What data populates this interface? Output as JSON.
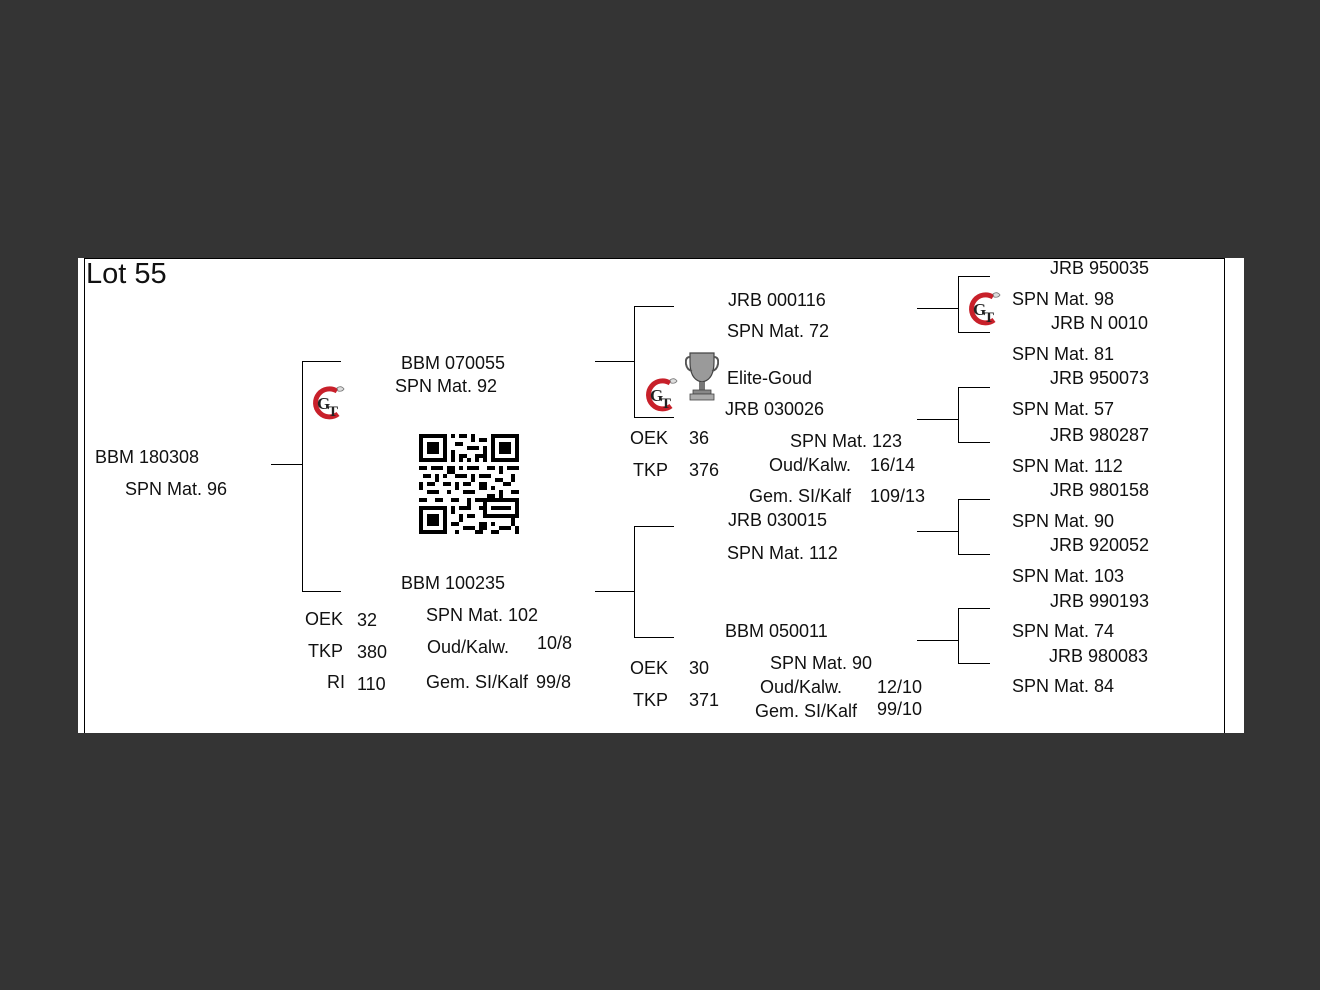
{
  "lot": {
    "title": "Lot 55"
  },
  "subject": {
    "id": "BBM 180308",
    "spn": "SPN Mat. 96"
  },
  "sire": {
    "id": "BBM 070055",
    "spn": "SPN Mat. 92",
    "logo": "gt-logo",
    "qr": "qr-code"
  },
  "dam": {
    "id": "BBM 100235",
    "spn": "SPN Mat. 102",
    "oud_label": "Oud/Kalw.",
    "oud_value": "10/8",
    "gem_label": "Gem. SI/Kalf",
    "gem_value": "99/8",
    "stats": [
      {
        "label": "OEK",
        "value": "32"
      },
      {
        "label": "TKP",
        "value": "380"
      },
      {
        "label": "RI",
        "value": "110"
      }
    ]
  },
  "sire_sire": {
    "id": "JRB 000116",
    "spn": "SPN Mat. 72",
    "logo": "gt-logo"
  },
  "sire_dam": {
    "award": "Elite-Goud",
    "award_icon": "trophy-icon",
    "id": "JRB 030026",
    "spn": "SPN Mat. 123",
    "oud_label": "Oud/Kalw.",
    "oud_value": "16/14",
    "gem_label": "Gem. SI/Kalf",
    "gem_value": "109/13",
    "stats": [
      {
        "label": "OEK",
        "value": "36"
      },
      {
        "label": "TKP",
        "value": "376"
      }
    ]
  },
  "dam_sire": {
    "id": "JRB 030015",
    "spn": "SPN Mat. 112"
  },
  "dam_dam": {
    "id": "BBM 050011",
    "spn": "SPN Mat. 90",
    "oud_label": "Oud/Kalw.",
    "oud_value": "12/10",
    "gem_label": "Gem. SI/Kalf",
    "gem_value": "99/10",
    "stats": [
      {
        "label": "OEK",
        "value": "30"
      },
      {
        "label": "TKP",
        "value": "371"
      }
    ]
  },
  "great_grandparents": [
    {
      "id": "JRB 950035",
      "spn": "SPN Mat. 98",
      "logo": "gt-logo"
    },
    {
      "id": "JRB N 0010",
      "spn": "SPN Mat. 81"
    },
    {
      "id": "JRB 950073",
      "spn": "SPN Mat. 57"
    },
    {
      "id": "JRB 980287",
      "spn": "SPN Mat. 112"
    },
    {
      "id": "JRB 980158",
      "spn": "SPN Mat. 90"
    },
    {
      "id": "JRB 920052",
      "spn": "SPN Mat. 103"
    },
    {
      "id": "JRB 990193",
      "spn": "SPN Mat. 74"
    },
    {
      "id": "JRB 980083",
      "spn": "SPN Mat. 84"
    }
  ]
}
